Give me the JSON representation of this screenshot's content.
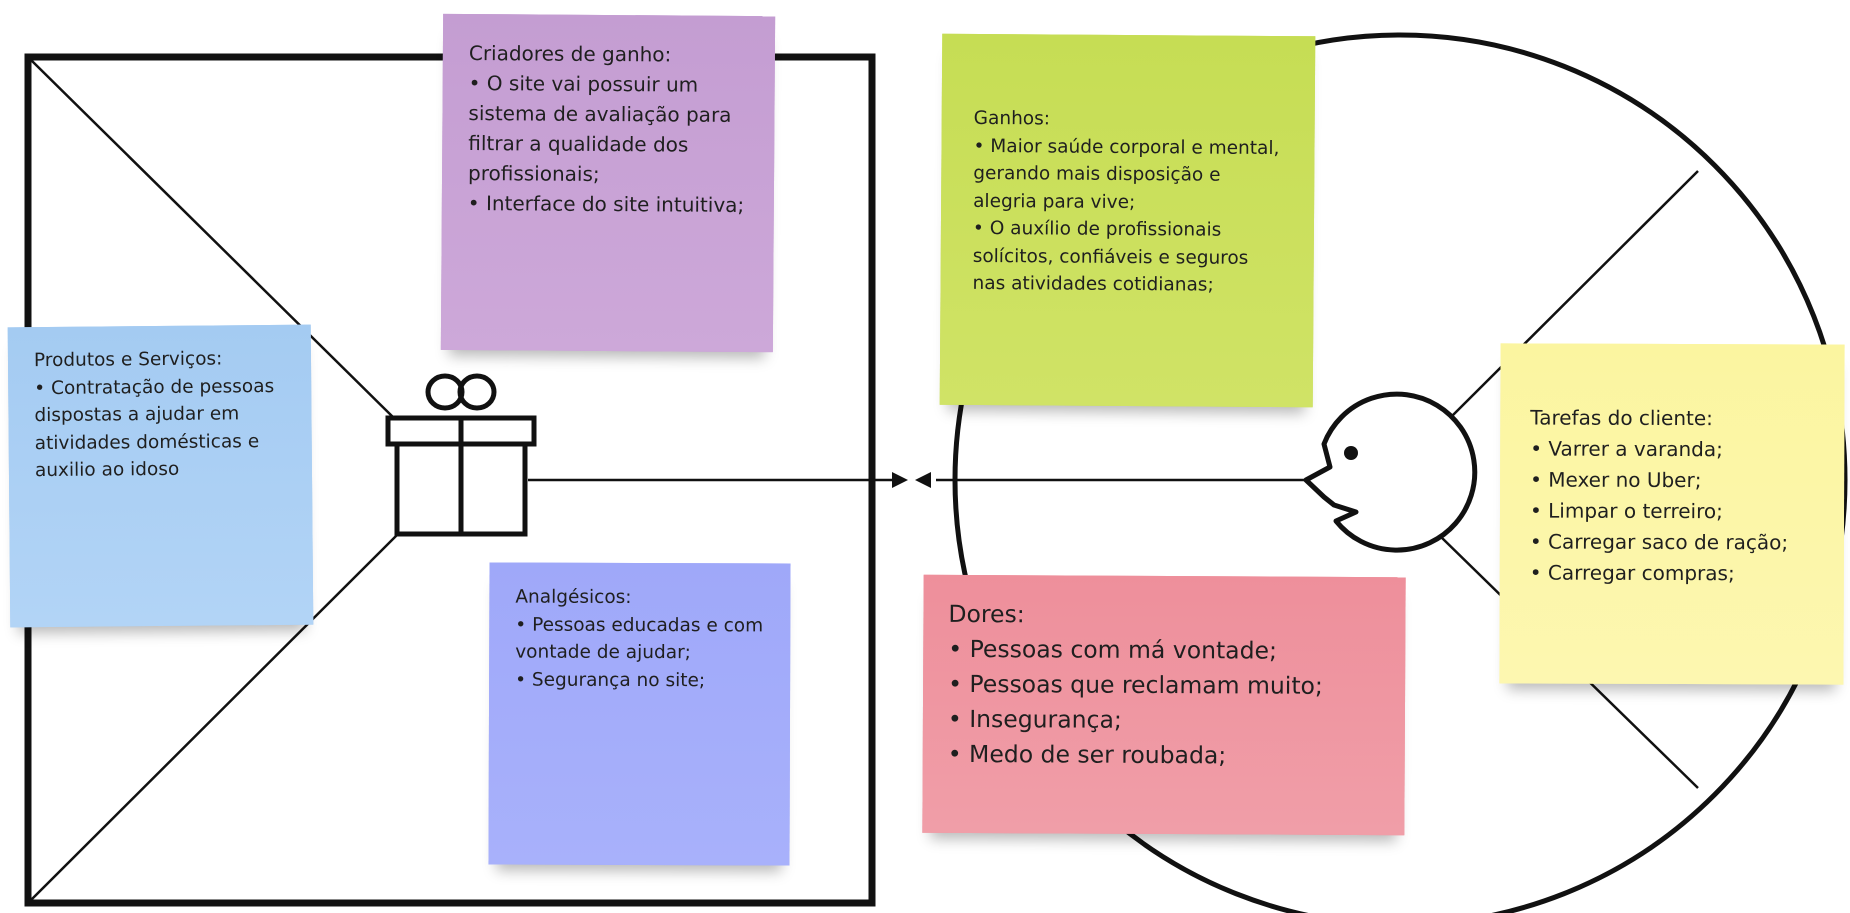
{
  "notes": {
    "gain_creators": {
      "title": "Criadores de ganho:",
      "items": [
        "O site vai possuir um sistema de avaliação para filtrar a qualidade dos profissionais;",
        "Interface do site intuitiva;"
      ]
    },
    "products_services": {
      "title": "Produtos e Serviços:",
      "items": [
        "Contratação de pessoas dispostas a ajudar em atividades domésticas e auxilio ao idoso"
      ]
    },
    "pain_relievers": {
      "title": "Analgésicos:",
      "items": [
        "Pessoas educadas e com vontade de ajudar;",
        "Segurança no site;"
      ]
    },
    "gains": {
      "title": "Ganhos:",
      "items": [
        "Maior saúde corporal e mental, gerando mais disposição e alegria para vive;",
        "O auxílio de profissionais solícitos, confiáveis e seguros nas atividades cotidianas;"
      ]
    },
    "pains": {
      "title": "Dores:",
      "items": [
        "Pessoas com má vontade;",
        "Pessoas que reclamam muito;",
        "Insegurança;",
        "Medo de ser roubada;"
      ]
    },
    "customer_jobs": {
      "title": "Tarefas do cliente:",
      "items": [
        "Varrer a varanda;",
        "Mexer no Uber;",
        "Limpar o terreiro;",
        "Carregar saco de ração;",
        "Carregar compras;"
      ]
    }
  },
  "colors": {
    "outline": "#111111",
    "gain_creators": "#c49dd2",
    "products_services": "#a4cbf2",
    "pain_relievers": "#9fa8f9",
    "gains": "#c6dd54",
    "pains": "#ee8f9b",
    "customer_jobs": "#fbf5a0"
  },
  "icons": {
    "value_map": "gift-icon",
    "customer_profile": "face-icon"
  }
}
